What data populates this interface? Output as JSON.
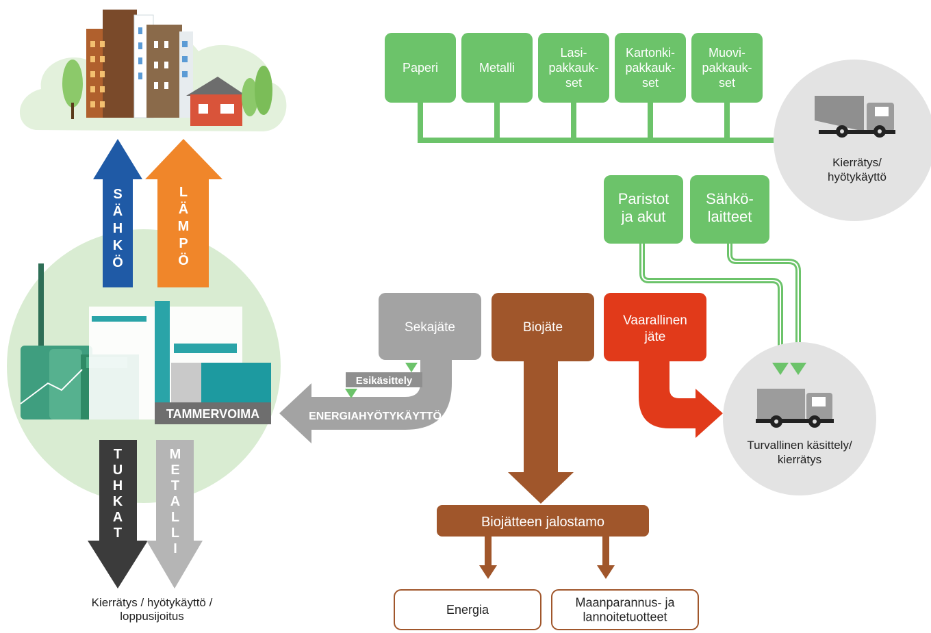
{
  "recycling": {
    "items": [
      {
        "lines": [
          "Paperi"
        ]
      },
      {
        "lines": [
          "Metalli"
        ]
      },
      {
        "lines": [
          "Lasi-",
          "pakkauk-",
          "set"
        ]
      },
      {
        "lines": [
          "Kartonki-",
          "pakkauk-",
          "set"
        ]
      },
      {
        "lines": [
          "Muovi-",
          "pakkauk-",
          "set"
        ]
      }
    ],
    "destination": [
      "Kierrätys/",
      "hyötykäyttö"
    ]
  },
  "hazard_items": [
    {
      "lines": [
        "Paristot",
        "ja akut"
      ]
    },
    {
      "lines": [
        "Sähkö-",
        "laitteet"
      ]
    }
  ],
  "waste_types": {
    "sekajate": "Sekajäte",
    "biojate": "Biojäte",
    "vaarallinen": [
      "Vaarallinen",
      "jäte"
    ]
  },
  "safe_destination": [
    "Turvallinen käsittely/",
    "kierrätys"
  ],
  "preprocessing": "Esikäsittely",
  "energy_recovery": "ENERGIAHYÖTYKÄYTTÖ",
  "plant_name": "TAMMERVOIMA",
  "outputs_up": {
    "electricity": "SÄHKÖ",
    "heat": "LÄMPÖ"
  },
  "outputs_down": {
    "ash": "TUHKAT",
    "metal": "METALLI"
  },
  "bottom_left_caption": [
    "Kierrätys / hyötykäyttö /",
    "loppusijoitus"
  ],
  "biorefinery": {
    "name": "Biojätteen jalostamo",
    "outputs": [
      {
        "lines": [
          "Energia"
        ]
      },
      {
        "lines": [
          "Maanparannus- ja",
          "lannoitetuotteet"
        ]
      }
    ]
  },
  "colors": {
    "green_box": "#6cc36a",
    "grey_box": "#a3a3a3",
    "brown": "#a0562b",
    "red": "#e13a1a",
    "blue_arrow": "#1f5aa6",
    "orange_arrow": "#f0862a",
    "dark_arrow": "#3b3b3b",
    "light_grey_arrow": "#b5b5b5",
    "circle_bg": "#d9ecd2",
    "dest_circle": "#e3e3e3"
  }
}
